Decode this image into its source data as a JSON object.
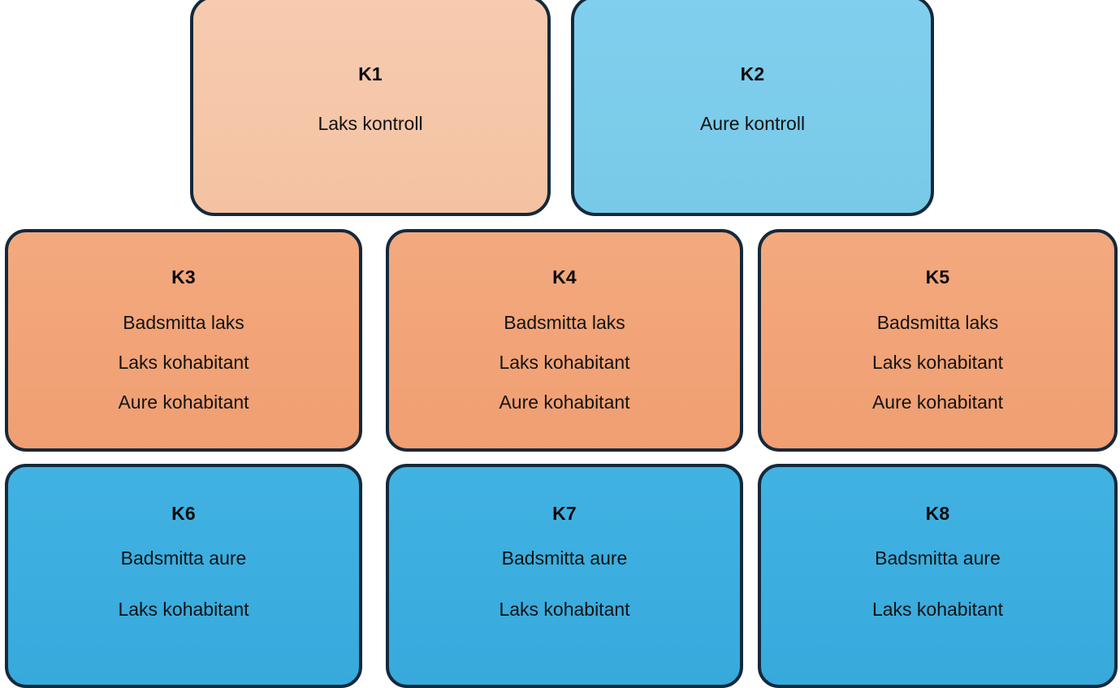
{
  "diagram": {
    "type": "grouped-box-layout",
    "background_color": "#ffffff",
    "border_color": "#15293b",
    "palette": {
      "peach_light": "#f5c5a8",
      "blue_light": "#7dcceb",
      "orange": "#f2a77b",
      "blue": "#3caee0"
    },
    "rows": [
      {
        "name": "row-controls",
        "nodes": [
          {
            "id": "K1",
            "title": "K1",
            "lines": [
              "Laks kontroll"
            ],
            "fill": "#f5c5a8"
          },
          {
            "id": "K2",
            "title": "K2",
            "lines": [
              "Aure kontroll"
            ],
            "fill": "#7dcceb"
          }
        ]
      },
      {
        "name": "row-salmon-challenge",
        "nodes": [
          {
            "id": "K3",
            "title": "K3",
            "lines": [
              "Badsmitta laks",
              "Laks kohabitant",
              "Aure kohabitant"
            ],
            "fill": "#f2a77b"
          },
          {
            "id": "K4",
            "title": "K4",
            "lines": [
              "Badsmitta laks",
              "Laks kohabitant",
              "Aure kohabitant"
            ],
            "fill": "#f2a77b"
          },
          {
            "id": "K5",
            "title": "K5",
            "lines": [
              "Badsmitta laks",
              "Laks kohabitant",
              "Aure kohabitant"
            ],
            "fill": "#f2a77b"
          }
        ]
      },
      {
        "name": "row-trout-challenge",
        "nodes": [
          {
            "id": "K6",
            "title": "K6",
            "lines": [
              "Badsmitta aure",
              "Laks kohabitant"
            ],
            "fill": "#3caee0"
          },
          {
            "id": "K7",
            "title": "K7",
            "lines": [
              "Badsmitta aure",
              "Laks kohabitant"
            ],
            "fill": "#3caee0"
          },
          {
            "id": "K8",
            "title": "K8",
            "lines": [
              "Badsmitta aure",
              "Laks kohabitant"
            ],
            "fill": "#3caee0"
          }
        ]
      }
    ]
  }
}
